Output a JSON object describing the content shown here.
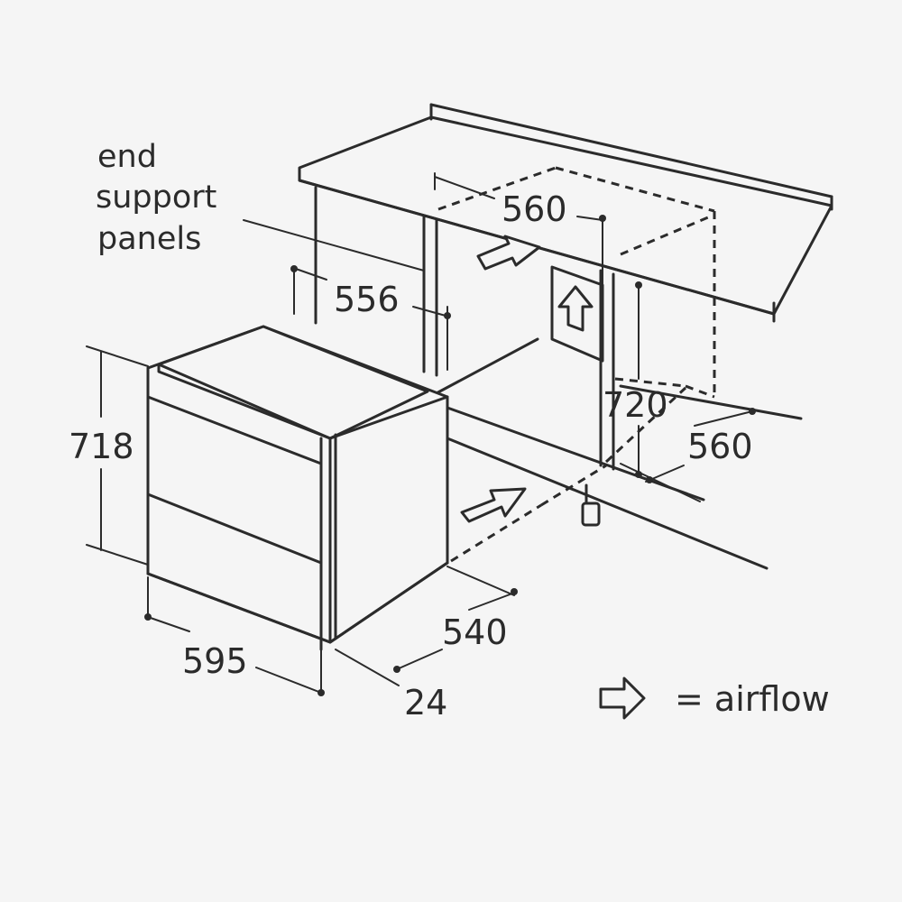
{
  "caption": {
    "line1": "end",
    "line2": "support",
    "line3": "panels"
  },
  "dimensions": {
    "niche_width_top": "560",
    "panel_gap": "556",
    "niche_height": "720",
    "niche_depth": "560",
    "appliance_height": "718",
    "appliance_width": "595",
    "appliance_depth": "540",
    "front_depth": "24"
  },
  "legend": {
    "label": "= airflow"
  }
}
